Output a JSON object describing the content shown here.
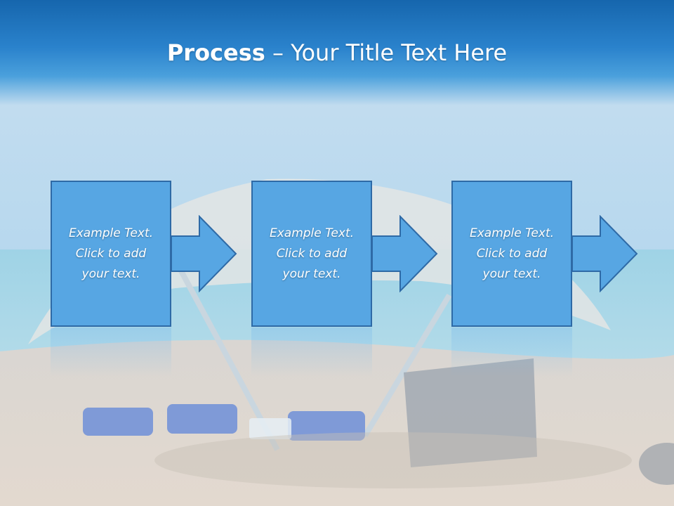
{
  "slide": {
    "title_bold": "Process",
    "title_rest": " – Your Title Text Here"
  },
  "steps": [
    {
      "text": "Example Text.\nClick  to add\nyour text."
    },
    {
      "text": "Example Text.\nClick  to add\nyour text."
    },
    {
      "text": "Example Text.\nClick  to add\nyour text."
    }
  ],
  "colors": {
    "title_bar": "#1666ad",
    "box_fill": "#57a6e3",
    "box_border": "#2e6aa6",
    "text": "#ffffff"
  }
}
